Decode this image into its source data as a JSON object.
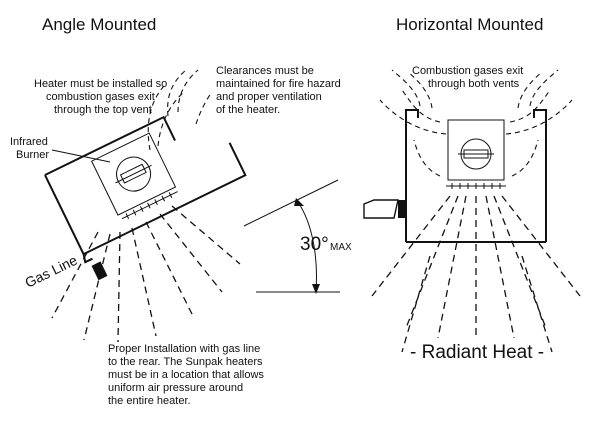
{
  "left_panel": {
    "title": "Angle Mounted",
    "note_vent": [
      "Heater must be installed so",
      "combustion gases exit",
      "through the top vent"
    ],
    "note_clearance": [
      "Clearances must be",
      "maintained for fire hazard",
      "and proper ventilation",
      "of the heater."
    ],
    "burner_label": [
      "Infrared",
      "Burner"
    ],
    "gas_line_label": "Gas Line",
    "angle_value": "30°",
    "angle_suffix": "MAX",
    "note_install": [
      "Proper Installation with gas line",
      "to the rear. The Sunpak heaters",
      "must be in a location that allows",
      "uniform air pressure around",
      "the entire heater."
    ]
  },
  "right_panel": {
    "title": "Horizontal Mounted",
    "note_vents": [
      "Combustion gases exit",
      "through both vents"
    ],
    "radiant_label": "- Radiant Heat -"
  }
}
